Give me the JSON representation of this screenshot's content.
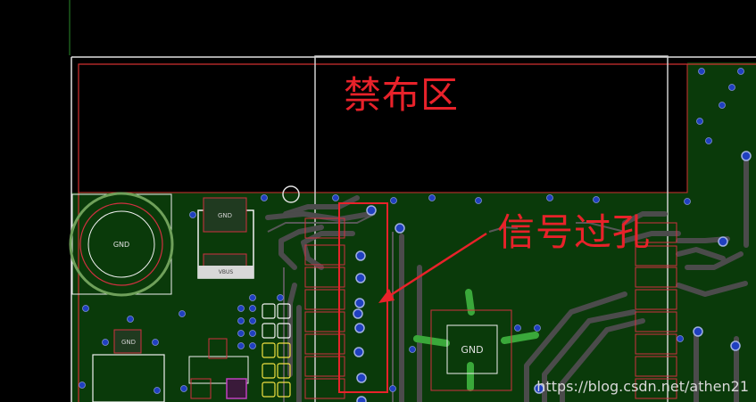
{
  "annotations": {
    "keepout_zone_label": "禁布区",
    "signal_via_label": "信号过孔"
  },
  "component_labels": {
    "mounting_hole": "GND",
    "top_pad": "GND",
    "left_pad": "GND",
    "center_pad": "GND",
    "tiny_label": "VBUS"
  },
  "watermark": "https://blog.csdn.net/athen21",
  "colors": {
    "background": "#000000",
    "copper_pour": "#0a3a0a",
    "board_outline": "#e0e0e0",
    "keepout_boundary": "#d03030",
    "annotation_red": "#e8222a",
    "via_fill": "#2040c0",
    "trace": "#4b4b4b",
    "silkscreen": "#f0f0f0",
    "pad_outline": "#d03040",
    "ring_green": "#6fa05a"
  }
}
